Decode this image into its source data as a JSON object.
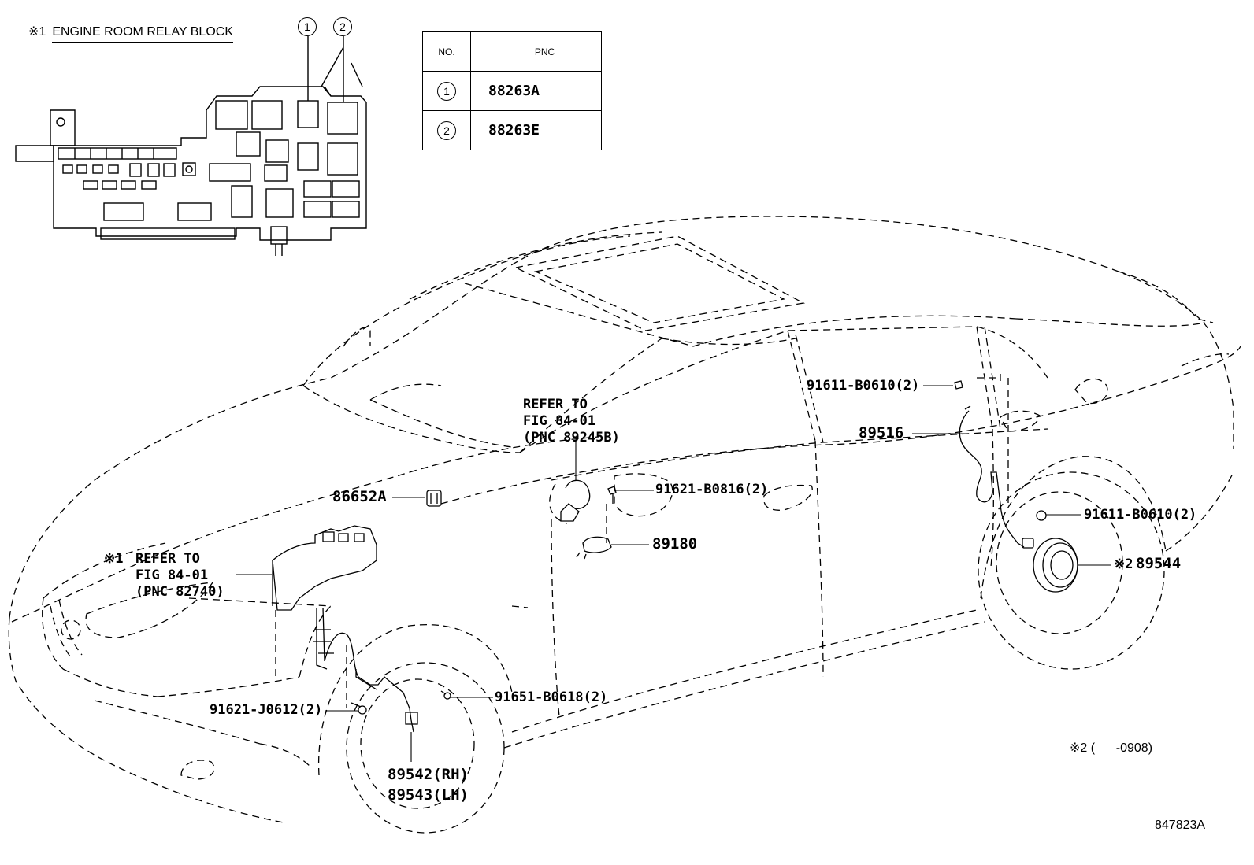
{
  "header": {
    "mark": "※1",
    "title": "ENGINE ROOM RELAY BLOCK"
  },
  "callouts": {
    "c1": "1",
    "c2": "2"
  },
  "table": {
    "col_no": "NO.",
    "col_pnc": "PNC",
    "rows": [
      {
        "no": "1",
        "pnc": "88263A"
      },
      {
        "no": "2",
        "pnc": "88263E"
      }
    ]
  },
  "labels": {
    "refer1": [
      "REFER TO",
      "FIG 84-01",
      "(PNC 89245B)"
    ],
    "refer2_mark": "※1",
    "refer2": [
      "REFER TO",
      "FIG 84-01",
      "(PNC 82740)"
    ],
    "p86652A": "86652A",
    "p91621B0816": "91621-B0816(2)",
    "p89180": "89180",
    "p91611B0610_top": "91611-B0610(2)",
    "p89516": "89516",
    "p91611B0610_right": "91611-B0610(2)",
    "p89544": "89544",
    "p89544_mark": "※2",
    "p91621J0612": "91621-J0612(2)",
    "p91651B0618": "91651-B0618(2)",
    "p89542": "89542(RH)",
    "p89543": "89543(LH)"
  },
  "footnote": {
    "mark": "※2",
    "text": "(      -0908)"
  },
  "figure_id": "847823A"
}
